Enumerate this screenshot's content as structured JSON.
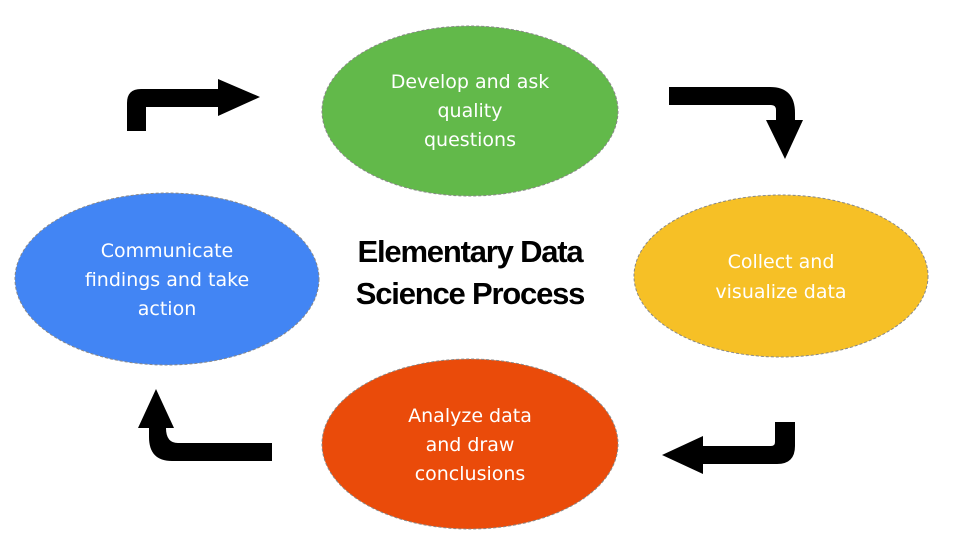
{
  "diagram": {
    "title": {
      "lines": [
        "Elementary Data",
        "Science Process"
      ]
    },
    "nodes": [
      {
        "id": "develop-questions",
        "lines": [
          "Develop and ask",
          "quality",
          "questions"
        ],
        "color": "#62b94a"
      },
      {
        "id": "collect-visualize",
        "lines": [
          "Collect and",
          "visualize data"
        ],
        "color": "#f6c026"
      },
      {
        "id": "analyze-conclude",
        "lines": [
          "Analyze data",
          "and draw",
          "conclusions"
        ],
        "color": "#ea4b0a"
      },
      {
        "id": "communicate-act",
        "lines": [
          "Communicate",
          "findings and take",
          "action"
        ],
        "color": "#4285f4"
      }
    ],
    "edges": [
      {
        "from": "communicate-act",
        "to": "develop-questions",
        "icon": "bent-arrow-up-right-icon"
      },
      {
        "from": "develop-questions",
        "to": "collect-visualize",
        "icon": "bent-arrow-right-down-icon"
      },
      {
        "from": "collect-visualize",
        "to": "analyze-conclude",
        "icon": "bent-arrow-down-left-icon"
      },
      {
        "from": "analyze-conclude",
        "to": "communicate-act",
        "icon": "bent-arrow-left-up-icon"
      }
    ],
    "arrow_color": "#000000"
  }
}
